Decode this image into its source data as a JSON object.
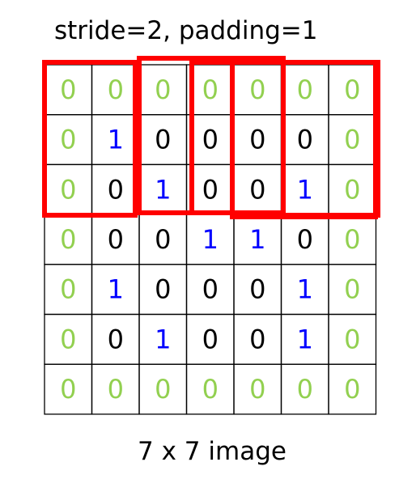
{
  "title": "stride=2, padding=1",
  "caption": "7 x 7 image",
  "colors": {
    "padding": "#92d050",
    "zero": "#000000",
    "one": "#0000ff",
    "window": "#ff0000"
  },
  "grid": {
    "rows": [
      [
        "0",
        "0",
        "0",
        "0",
        "0",
        "0",
        "0"
      ],
      [
        "0",
        "1",
        "0",
        "0",
        "0",
        "0",
        "0"
      ],
      [
        "0",
        "0",
        "1",
        "0",
        "0",
        "1",
        "0"
      ],
      [
        "0",
        "0",
        "0",
        "1",
        "1",
        "0",
        "0"
      ],
      [
        "0",
        "1",
        "0",
        "0",
        "0",
        "1",
        "0"
      ],
      [
        "0",
        "0",
        "1",
        "0",
        "0",
        "1",
        "0"
      ],
      [
        "0",
        "0",
        "0",
        "0",
        "0",
        "0",
        "0"
      ]
    ],
    "cell_kind": [
      [
        "pad",
        "pad",
        "pad",
        "pad",
        "pad",
        "pad",
        "pad"
      ],
      [
        "pad",
        "one",
        "zero",
        "zero",
        "zero",
        "zero",
        "pad"
      ],
      [
        "pad",
        "zero",
        "one",
        "zero",
        "zero",
        "one",
        "pad"
      ],
      [
        "pad",
        "zero",
        "zero",
        "one",
        "one",
        "zero",
        "pad"
      ],
      [
        "pad",
        "one",
        "zero",
        "zero",
        "zero",
        "one",
        "pad"
      ],
      [
        "pad",
        "zero",
        "one",
        "zero",
        "zero",
        "one",
        "pad"
      ],
      [
        "pad",
        "pad",
        "pad",
        "pad",
        "pad",
        "pad",
        "pad"
      ]
    ]
  }
}
